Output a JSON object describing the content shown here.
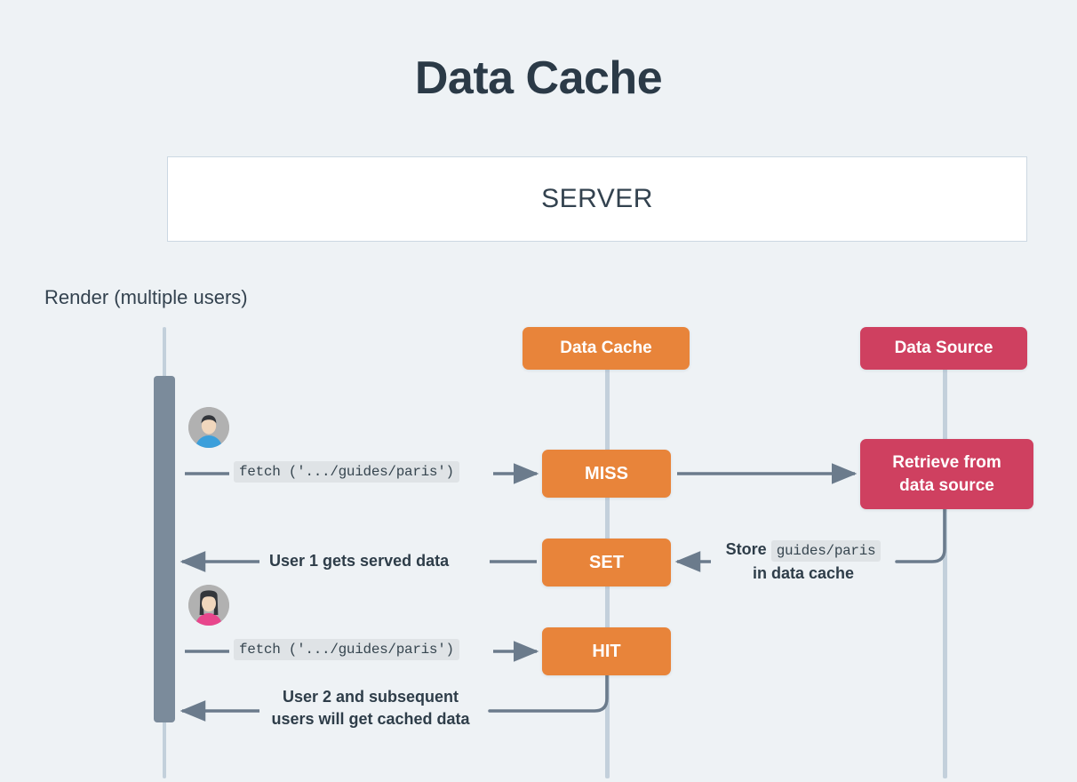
{
  "page": {
    "title": "Data Cache",
    "background_color": "#eef2f5",
    "title_color": "#2b3a47"
  },
  "server": {
    "label": "SERVER"
  },
  "section": {
    "render_label": "Render (multiple users)"
  },
  "colors": {
    "cache_orange": "#e8843a",
    "source_red": "#cf4060",
    "lifeline": "#c3d0db",
    "activation": "#7b8b9b",
    "arrow": "#6b7b8c",
    "code_chip_bg": "#dfe3e6"
  },
  "participants": [
    {
      "name": "data-cache",
      "label": "Data Cache",
      "color": "#e8843a"
    },
    {
      "name": "data-source",
      "label": "Data Source",
      "color": "#cf4060"
    }
  ],
  "avatars": [
    {
      "name": "user-1-avatar",
      "shirt_color": "#3b9fdb",
      "hair_color": "#33363b"
    },
    {
      "name": "user-2-avatar",
      "shirt_color": "#e8468c",
      "hair_color": "#33363b"
    }
  ],
  "nodes": {
    "miss": "MISS",
    "set": "SET",
    "hit": "HIT",
    "retrieve_line1": "Retrieve from",
    "retrieve_line2": "data source"
  },
  "messages": {
    "fetch_1": "fetch ('.../guides/paris')",
    "fetch_2": "fetch ('.../guides/paris')",
    "served": "User 1 gets served data",
    "store_prefix": "Store",
    "store_code": "guides/paris",
    "store_suffix": "in data cache",
    "cached_line1": "User 2 and subsequent",
    "cached_line2": "users will get cached data"
  }
}
